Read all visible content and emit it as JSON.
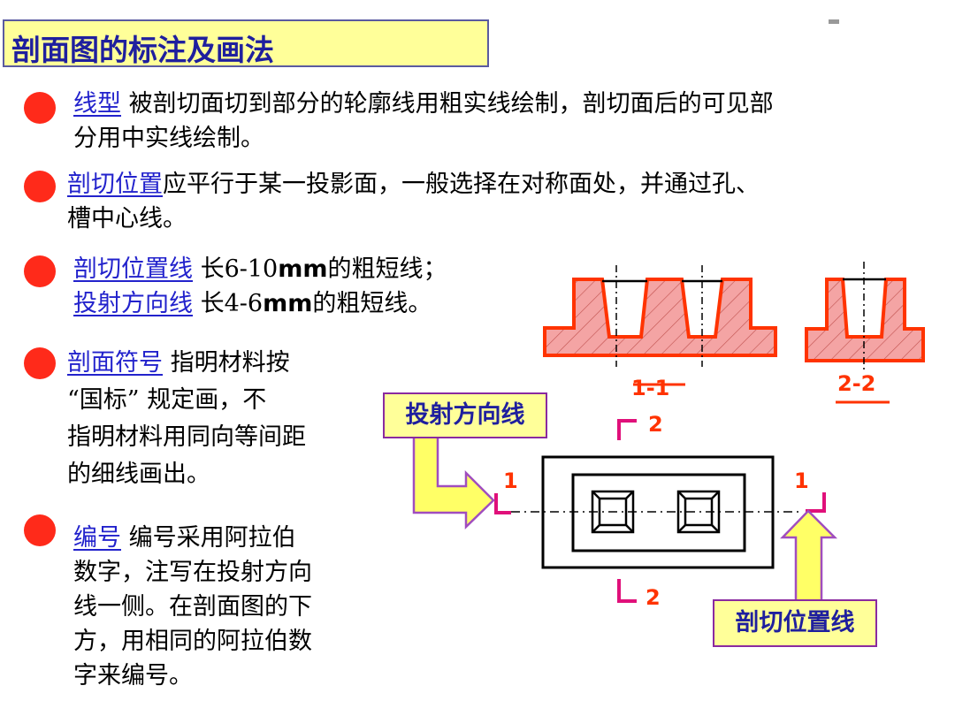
{
  "title": "剖面图的标注及画法",
  "items": [
    {
      "term": "线型",
      "text": " 被剖切面切到部分的轮廓线用粗实线绘制，剖切面后的可见部",
      "text2": "分用中实线绘制。"
    },
    {
      "term": "剖切位置",
      "text": "应平行于某一投影面，一般选择在对称面处，并通过孔、",
      "text2": "槽中心线。"
    },
    {
      "term": "剖切位置线",
      "text_a": " 长6-10",
      "unit": "mm",
      "text_b": "的粗短线；",
      "term2": "投射方向线",
      "text2_a": " 长4-6",
      "unit2": "mm",
      "text2_b": "的粗短线。"
    },
    {
      "term": "剖面符号",
      "lines": [
        "   指明材料按",
        "“国标” 规定画，不",
        "指明材料用同向等间距",
        "的细线画出。"
      ]
    },
    {
      "term": "编号",
      "lines": [
        "  编号采用阿拉伯",
        "数字，注写在投射方向",
        "线一侧。在剖面图的下",
        "方，用相同的阿拉伯数",
        "字来编号。"
      ]
    }
  ],
  "diagram": {
    "label_1_1": "1-1",
    "label_2_2": "2-2",
    "callout_projection": "投射方向线",
    "callout_cut_position": "剖切位置线",
    "num_1": "1",
    "num_2": "2",
    "colors": {
      "section_fill": "#f4a4a4",
      "section_stroke": "#ff3300",
      "callout_bg": "#ffff99",
      "accent": "#ff3300",
      "term_blue": "#2222cc"
    }
  }
}
